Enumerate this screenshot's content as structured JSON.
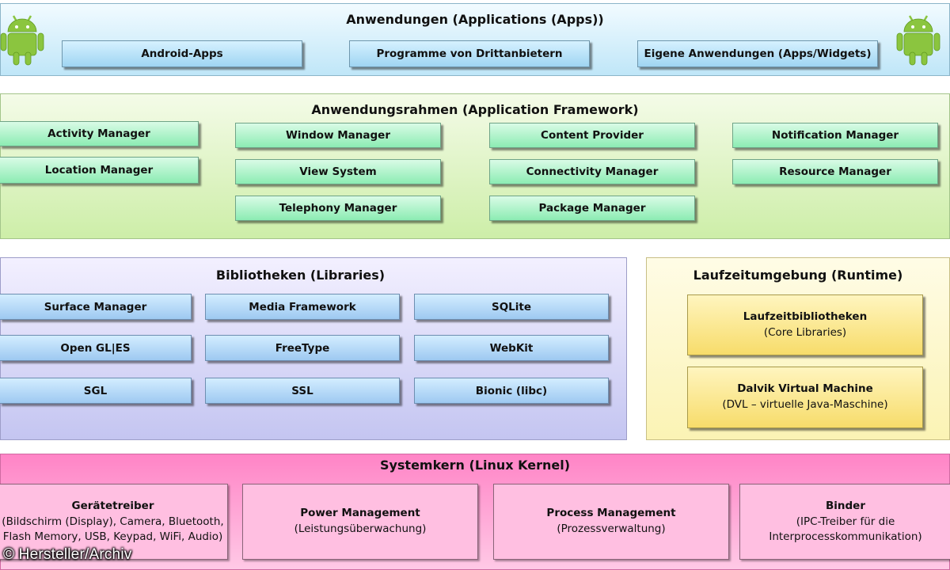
{
  "applications": {
    "title": "Anwendungen (Applications (Apps))",
    "boxes": [
      "Android-Apps",
      "Programme von Drittanbietern",
      "Eigene Anwendungen (Apps/Widgets)"
    ]
  },
  "framework": {
    "title": "Anwendungsrahmen (Application Framework)",
    "boxes": [
      "Activity Manager",
      "Location Manager",
      "Window Manager",
      "View System",
      "Telephony Manager",
      "Content Provider",
      "Connectivity Manager",
      "Package Manager",
      "Notification Manager",
      "Resource Manager"
    ]
  },
  "libraries": {
    "title": "Bibliotheken (Libraries)",
    "boxes": [
      "Surface Manager",
      "Media Framework",
      "SQLite",
      "Open GL|ES",
      "FreeType",
      "WebKit",
      "SGL",
      "SSL",
      "Bionic (libc)"
    ]
  },
  "runtime": {
    "title": "Laufzeitumgebung (Runtime)",
    "boxes": [
      {
        "title": "Laufzeitbibliotheken",
        "sub": "(Core Libraries)"
      },
      {
        "title": "Dalvik Virtual Machine",
        "sub": "(DVL – virtuelle Java-Maschine)"
      }
    ]
  },
  "kernel": {
    "title": "Systemkern (Linux Kernel)",
    "boxes": [
      {
        "title": "Gerätetreiber",
        "sub": "(Bildschirm (Display), Camera, Bluetooth, Flash Memory, USB, Keypad, WiFi, Audio)"
      },
      {
        "title": "Power Management",
        "sub": "(Leistungsüberwachung)"
      },
      {
        "title": "Process Management",
        "sub": "(Prozessverwaltung)"
      },
      {
        "title": "Binder",
        "sub": "(IPC-Treiber für die Interprocesskommunikation)"
      }
    ]
  },
  "icons": [
    "android-robot-icon",
    "android-robot-icon"
  ],
  "colors": {
    "applications": "#bfe6f8",
    "framework": "#cdeea8",
    "libraries": "#c4c5f1",
    "runtime": "#fbf3b4",
    "kernel": "#ff84c6"
  },
  "watermark": "© Hersteller/Archiv"
}
